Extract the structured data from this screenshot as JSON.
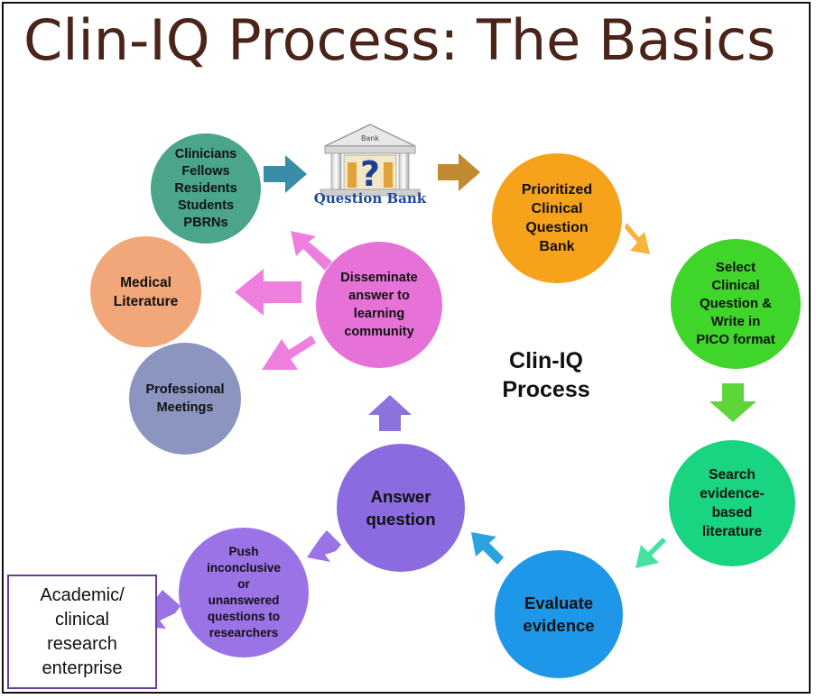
{
  "title": "Clin-IQ Process: The Basics",
  "center_label": "Clin-IQ\nProcess",
  "bank_label": "Question Bank",
  "bank_sign": "Bank",
  "nodes": {
    "clinicians": {
      "text": "Clinicians\nFellows\nResidents\nStudents\nPBRNs",
      "color": "#4aa58b"
    },
    "prioritized": {
      "text": "Prioritized\nClinical\nQuestion\nBank",
      "color": "#f6a21b"
    },
    "select": {
      "text": "Select\nClinical\nQuestion &\nWrite in\nPICO format",
      "color": "#3fd52a"
    },
    "search": {
      "text": "Search\nevidence-\nbased\nliterature",
      "color": "#19d480"
    },
    "evaluate": {
      "text": "Evaluate\nevidence",
      "color": "#1f97e8"
    },
    "answer": {
      "text": "Answer\nquestion",
      "color": "#8b6bdf"
    },
    "push": {
      "text": "Push\ninconclusive\nor\nunanswered\nquestions to\nresearchers",
      "color": "#9a73e6"
    },
    "disseminate": {
      "text": "Disseminate\nanswer to\nlearning\ncommunity",
      "color": "#e672d8"
    },
    "medical": {
      "text": "Medical\nLiterature",
      "color": "#f1a77a"
    },
    "meetings": {
      "text": "Professional\nMeetings",
      "color": "#8b95c0"
    }
  },
  "academic_box": "Academic/\nclinical\nresearch\nenterprise",
  "colors": {
    "title": "#4a2419",
    "arrow_teal": "#3a8da6",
    "arrow_brown": "#c08a2e",
    "arrow_orange": "#f6b43b",
    "arrow_green": "#5ed63a",
    "arrow_mint": "#45e3a0",
    "arrow_blue": "#2aa3e0",
    "arrow_purple": "#8d71dd",
    "arrow_pink": "#ee7fdf",
    "box_border": "#6a3c9a"
  }
}
